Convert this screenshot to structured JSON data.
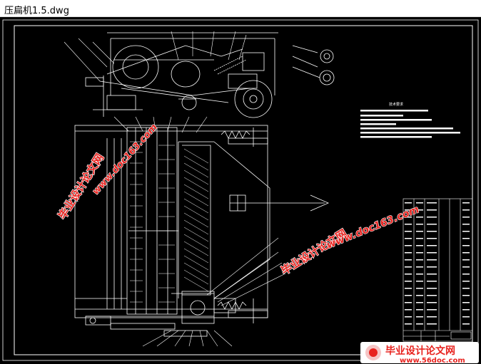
{
  "window": {
    "title": "压扁机1.5.dwg"
  },
  "drawing": {
    "notes_title": "技术要求"
  },
  "watermarks": {
    "site_name": "毕业设计论文网",
    "site_url": "www.doc163.com",
    "badge_text": "毕业设计论文网",
    "badge_url": "www.56doc.com"
  },
  "colors": {
    "canvas_bg": "#000000",
    "line_white": "#ffffff",
    "watermark_red": "#e8231f"
  }
}
